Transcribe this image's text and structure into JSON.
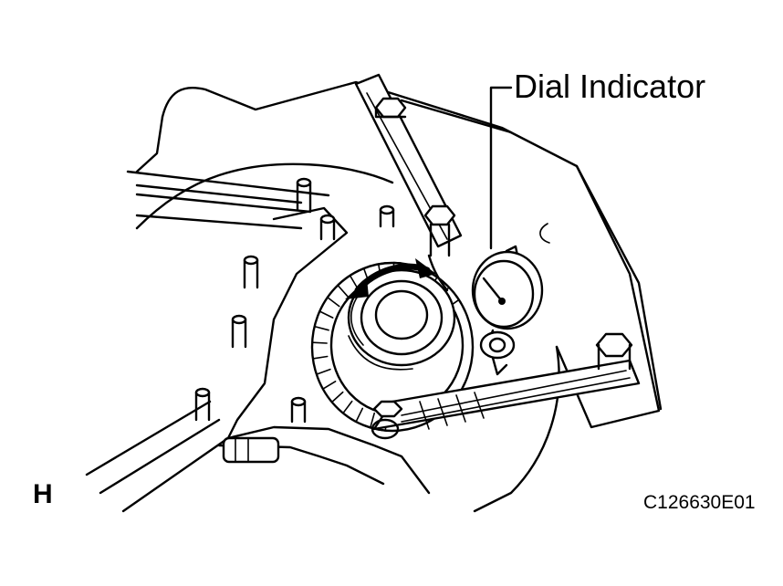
{
  "callout": {
    "text": "Dial Indicator"
  },
  "corner_label": "H",
  "figure_id": "C126630E01",
  "colors": {
    "ink": "#000000",
    "paper": "#ffffff"
  }
}
